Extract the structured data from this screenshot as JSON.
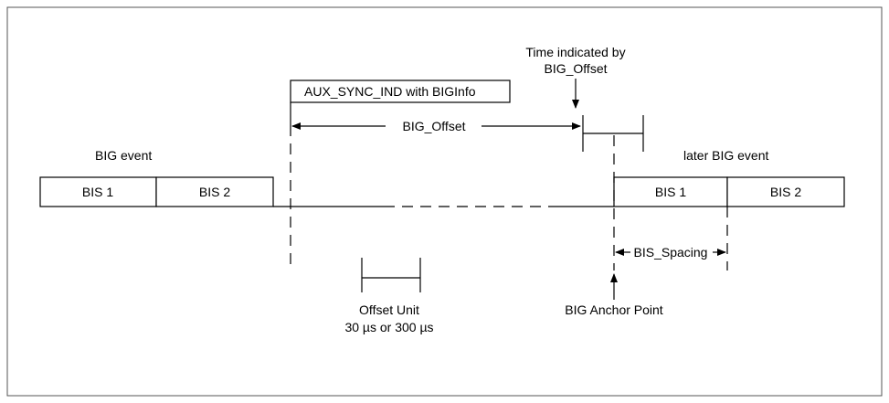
{
  "diagram": {
    "time_indicated_line1": "Time indicated by",
    "time_indicated_line2": "BIG_Offset",
    "aux_sync_ind": "AUX_SYNC_IND with BIGInfo",
    "big_offset": "BIG_Offset",
    "big_event": "BIG event",
    "later_big_event": "later BIG event",
    "bis1": "BIS 1",
    "bis2": "BIS 2",
    "later_bis1": "BIS 1",
    "later_bis2": "BIS 2",
    "bis_spacing": "BIS_Spacing",
    "offset_unit_line1": "Offset Unit",
    "offset_unit_line2": "30 µs or 300 µs",
    "anchor_point": "BIG Anchor Point"
  }
}
